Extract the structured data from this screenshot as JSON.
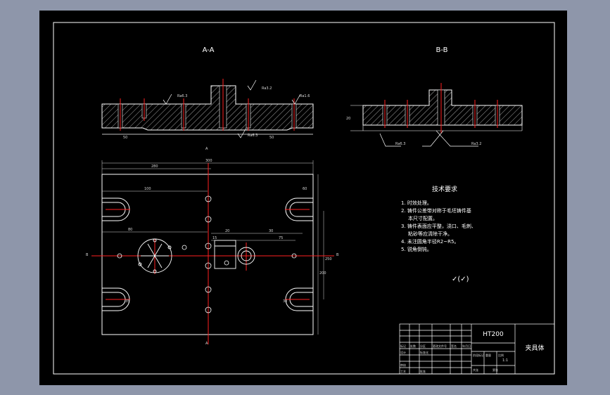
{
  "colors": {
    "background": "#8e96aa",
    "sheet": "#000000",
    "line": "#ffffff",
    "dim": "#d8d8d8",
    "center_line": "#ff2020",
    "hatch": "#cfcfcf"
  },
  "sections": {
    "a_a_title": "A-A",
    "b_b_title": "B-B"
  },
  "tech_requirements": {
    "title": "技术要求",
    "lines": [
      "1. 时效处理。",
      "2. 铸件公差带对称于毛坯铸件基",
      "本尺寸配置。",
      "3. 铸件表面应平整，浇口、毛刺、",
      "粘砂等应清除干净。",
      "4. 未注圆角半径R2~R5。",
      "5. 锐角倒钝。"
    ],
    "surface_symbol": "✓(✓)"
  },
  "title_block": {
    "material": "HT200",
    "part_name": "夹具体",
    "labels": [
      "标记",
      "处数",
      "分区",
      "更改文件号",
      "签名",
      "年月日",
      "设计",
      "标准化",
      "审核",
      "工艺",
      "批准",
      "阶段标记",
      "重量",
      "比例",
      "共张",
      "第张"
    ],
    "scale": "1:1"
  },
  "dimensions": {
    "overall_length": "300",
    "top_dim": "280",
    "left_hole": "100",
    "left_mid": "80",
    "center_a": "20",
    "center_b": "15",
    "right_mid": "75",
    "right_hole": "30",
    "slot_top": "60",
    "height_right": "250",
    "height_inner": "200",
    "bottom_left": "35",
    "bottom_right": "30",
    "sec_left": "50",
    "sec_right": "50",
    "sec_b_left": "20",
    "roughness_a": "Ra6.3",
    "roughness_b": "Ra3.2",
    "roughness_c": "Ra1.6"
  },
  "view_marks": {
    "a_top": "A",
    "a_bottom": "A",
    "b_left": "B",
    "b_right": "B"
  }
}
